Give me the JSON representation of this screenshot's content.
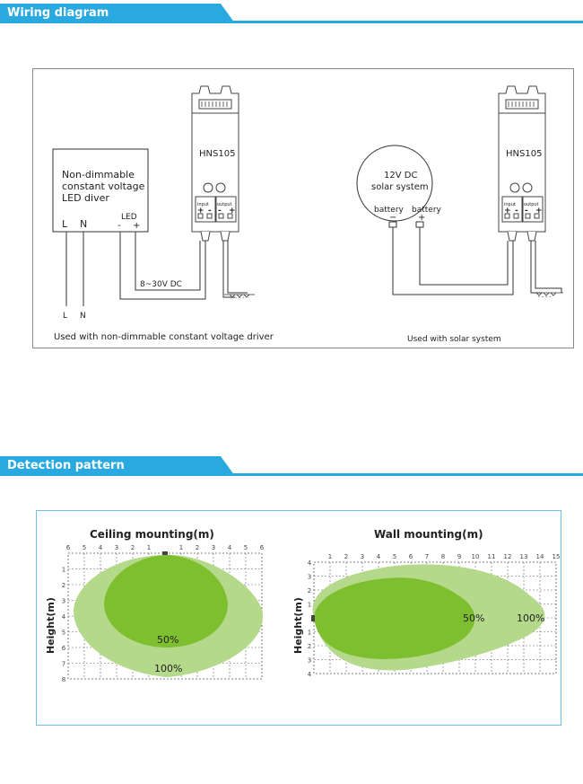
{
  "wiring": {
    "title": "Wiring diagram",
    "left": {
      "driver_label": [
        "Non-dimmable",
        "constant voltage",
        "LED diver"
      ],
      "l_label": "L",
      "n_label": "N",
      "led_label": "LED",
      "minus": "-",
      "plus": "+",
      "voltage_label": "8~30V DC",
      "device_label": "HNS105",
      "input_label": "input",
      "output_label": "output",
      "bottom_l": "L",
      "bottom_n": "N",
      "caption": "Used with non-dimmable constant voltage driver"
    },
    "right": {
      "solar_label": [
        "12V DC",
        "solar system"
      ],
      "battery_minus_label": "battery",
      "battery_plus_label": "battery",
      "minus": "−",
      "plus": "+",
      "device_label": "HNS105",
      "input_label": "input",
      "output_label": "output",
      "caption": "Used with solar system"
    }
  },
  "detection": {
    "title": "Detection pattern",
    "ceiling": {
      "title": "Ceiling mounting(m)",
      "x_ticks": [
        "6",
        "5",
        "4",
        "3",
        "2",
        "1",
        "",
        "1",
        "2",
        "3",
        "4",
        "5",
        "6"
      ],
      "y_ticks": [
        "1",
        "2",
        "3",
        "4",
        "5",
        "6",
        "7",
        "8"
      ],
      "ylabel": "Height(m)",
      "label_50": "50%",
      "label_100": "100%"
    },
    "wall": {
      "title": "Wall mounting(m)",
      "x_ticks": [
        "1",
        "2",
        "3",
        "4",
        "5",
        "6",
        "7",
        "8",
        "9",
        "10",
        "11",
        "12",
        "13",
        "14",
        "15"
      ],
      "y_ticks": [
        "4",
        "3",
        "2",
        "1",
        "",
        "1",
        "2",
        "3",
        "4"
      ],
      "ylabel": "Height(m)",
      "label_50": "50%",
      "label_100": "100%"
    },
    "colors": {
      "zone_100": "#b5d98a",
      "zone_50": "#7dbf2f",
      "accent": "#2aa9e0"
    }
  }
}
